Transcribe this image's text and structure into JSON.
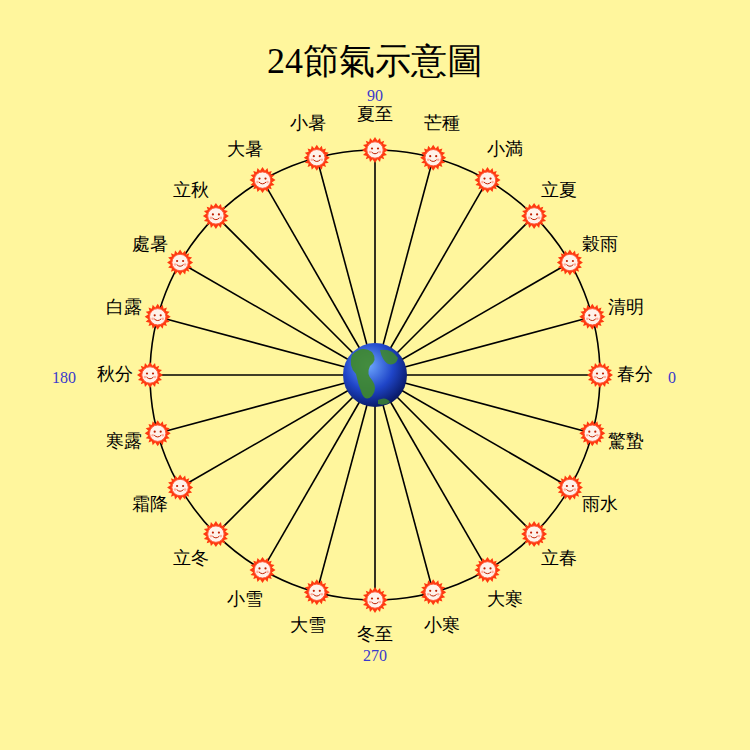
{
  "diagram": {
    "title": "24節氣示意圖",
    "labels": [
      "春分",
      "清明",
      "穀雨",
      "立夏",
      "小満",
      "芒種",
      "夏至",
      "小暑",
      "大暑",
      "立秋",
      "處暑",
      "白露",
      "秋分",
      "寒露",
      "霜降",
      "立冬",
      "小雪",
      "大雪",
      "冬至",
      "小寒",
      "大寒",
      "立春",
      "雨水",
      "驚蟄",
      "0",
      "90",
      "180",
      "270"
    ]
  }
}
